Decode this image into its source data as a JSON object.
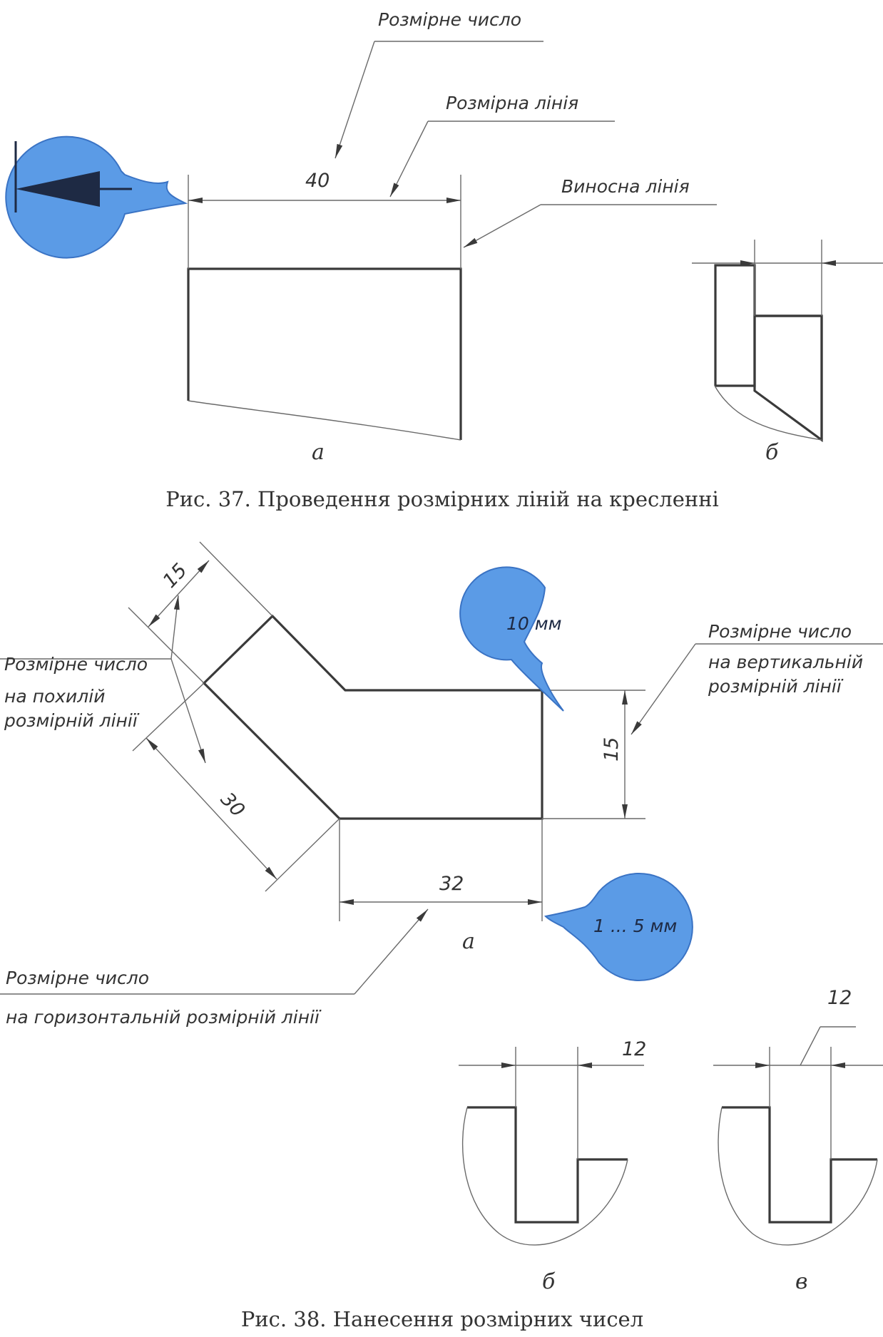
{
  "fig37": {
    "caption": "Рис. 37. Проведення розмірних ліній на кресленні",
    "callouts": {
      "dim_number": "Розмірне число",
      "dim_line": "Розмірна лінія",
      "ext_line": "Виносна лінія"
    },
    "dimension_value": "40",
    "sublabels": {
      "a": "а",
      "b": "б"
    }
  },
  "fig38": {
    "caption": "Рис. 38. Нанесення розмірних чисел",
    "callouts": {
      "inclined": [
        "Розмірне число",
        "на похилій",
        "розмірній лінії"
      ],
      "vertical": [
        "Розмірне число",
        "на вертикальній",
        "розмірній лінії"
      ],
      "horizontal": [
        "Розмірне число",
        "на горизонтальній розмірній лінії"
      ]
    },
    "dimension_values": {
      "inclined_short": "15",
      "inclined_long": "30",
      "vertical": "15",
      "horizontal": "32",
      "slot_b": "12",
      "slot_v": "12"
    },
    "bubbles": {
      "offset": "10 мм",
      "overhang": "1 ... 5 мм"
    },
    "sublabels": {
      "a": "а",
      "b": "б",
      "v": "в"
    }
  },
  "colors": {
    "bubble": "#5b9be6",
    "line": "#3a3a3a"
  }
}
